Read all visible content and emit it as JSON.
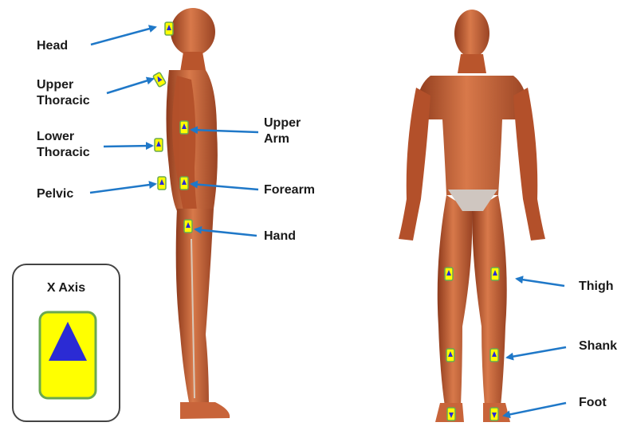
{
  "side_view_labels": {
    "head": "Head",
    "upper_thoracic": "Upper\nThoracic",
    "lower_thoracic": "Lower\nThoracic",
    "pelvic": "Pelvic",
    "upper_arm": "Upper\nArm",
    "forearm": "Forearm",
    "hand": "Hand"
  },
  "front_view_labels": {
    "thigh": "Thigh",
    "shank": "Shank",
    "foot": "Foot"
  },
  "legend": {
    "title": "X  Axis",
    "sensor_fill": "#ffff00",
    "sensor_border": "#6aa84f",
    "triangle_fill": "#2b2bd4"
  },
  "colors": {
    "muscle": "#c8643a",
    "muscle_dark": "#8e3a1c",
    "arrow": "#1f78c8",
    "tendon": "#d9c8b8"
  }
}
